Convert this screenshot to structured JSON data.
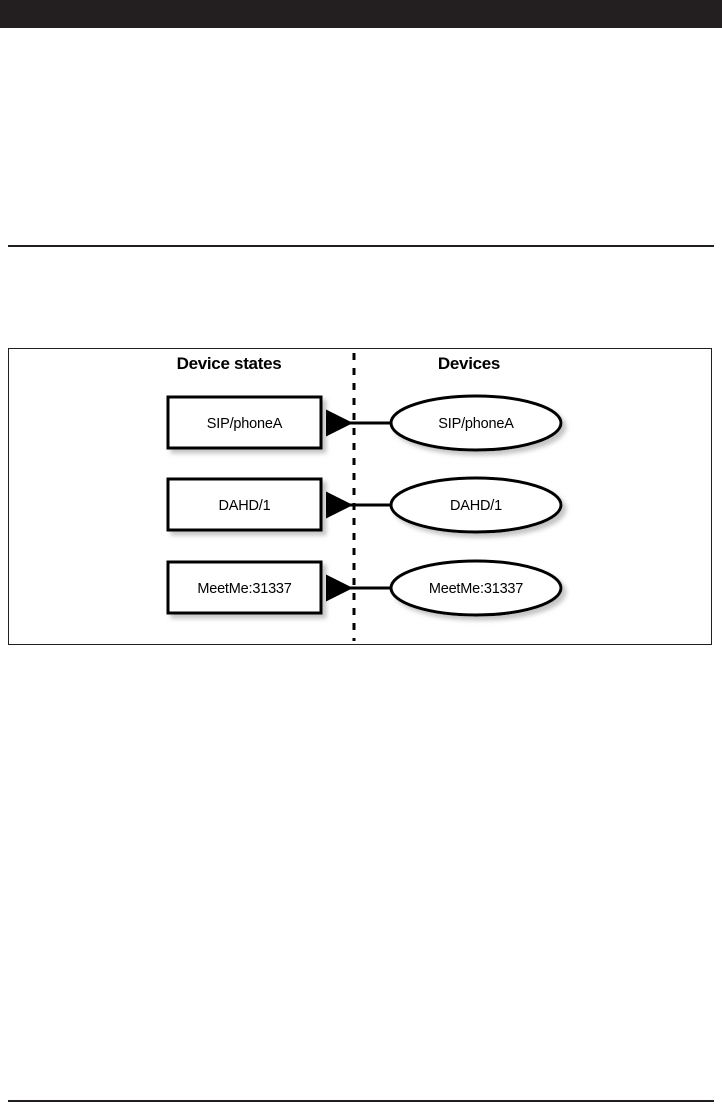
{
  "page": {
    "header_bar_color": "#231f20",
    "background_color": "#ffffff",
    "rule_color": "#231f20"
  },
  "figure": {
    "columns": {
      "left_heading": "Device states",
      "right_heading": "Devices"
    },
    "divider": {
      "style": "dashed",
      "color": "#000000"
    },
    "rows": [
      {
        "state_label": "SIP/phoneA",
        "device_label": "SIP/phoneA",
        "arrow_direction": "left"
      },
      {
        "state_label": "DAHD/1",
        "device_label": "DAHD/1",
        "arrow_direction": "left"
      },
      {
        "state_label": "MeetMe:31337",
        "device_label": "MeetMe:31337",
        "arrow_direction": "left"
      }
    ]
  }
}
